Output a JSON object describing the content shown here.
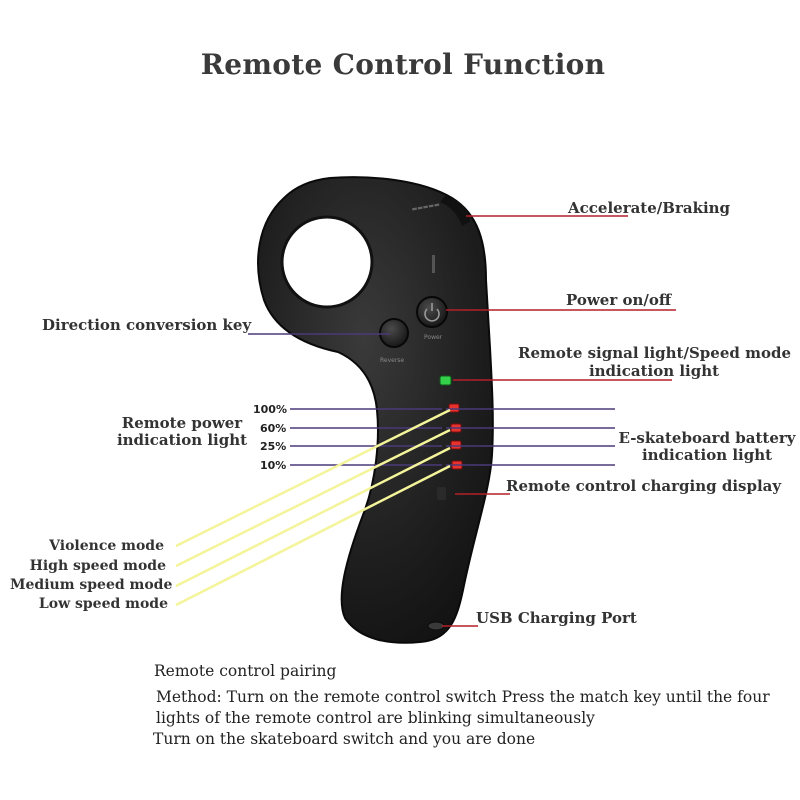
{
  "title": "Remote Control Function",
  "labels": {
    "accelerate": "Accelerate/Braking",
    "power": "Power on/off",
    "direction": "Direction conversion key",
    "signal_line1": "Remote signal light/Speed mode",
    "signal_line2": "indication light",
    "remote_power_line1": "Remote power",
    "remote_power_line2": "indication light",
    "battery_line1": "E-skateboard battery",
    "battery_line2": "indication light",
    "charging_display": "Remote control charging display",
    "usb": "USB Charging Port"
  },
  "battery_levels": [
    "100%",
    "60%",
    "25%",
    "10%"
  ],
  "speed_modes": [
    "Violence mode",
    "High speed mode",
    "Medium speed mode",
    "Low speed mode"
  ],
  "pairing": {
    "heading": "Remote control pairing",
    "line1": "Method: Turn on the remote control switch Press the match key until the four",
    "line2": "lights of the remote control are blinking simultaneously",
    "line3": "Turn on the skateboard switch and you are done"
  },
  "colors": {
    "remote_body": "#1c1c1c",
    "led_red": "#e8322e",
    "led_green": "#35d04a",
    "pointer_red": "#b51f2a",
    "pointer_purple": "#4a3a7a",
    "pointer_yellow": "#f4f49a"
  }
}
